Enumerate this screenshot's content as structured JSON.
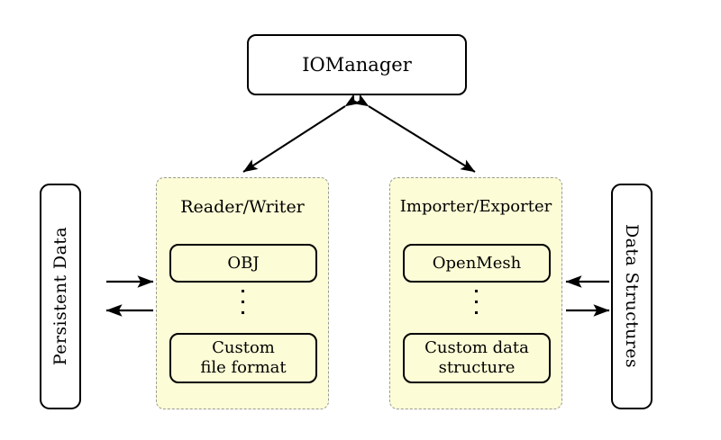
{
  "diagram": {
    "title_node": {
      "label": "IOManager"
    },
    "left_endpoint": {
      "label": "Persistent Data"
    },
    "right_endpoint": {
      "label": "Data Structures"
    },
    "groups": [
      {
        "id": "reader-writer",
        "title": "Reader/Writer",
        "items": [
          {
            "label": "OBJ"
          },
          {
            "label": "Custom\nfile format",
            "line1": "Custom",
            "line2": "file format"
          }
        ],
        "ellipsis": "⋮"
      },
      {
        "id": "importer-exporter",
        "title": "Importer/Exporter",
        "items": [
          {
            "label": "OpenMesh"
          },
          {
            "label": "Custom data\nstructure",
            "line1": "Custom data",
            "line2": "structure"
          }
        ],
        "ellipsis": "⋮"
      }
    ],
    "connections": [
      {
        "name": "iomanager-to-reader-writer",
        "style": "double-headed-arrow"
      },
      {
        "name": "iomanager-to-importer-exporter",
        "style": "double-headed-arrow"
      },
      {
        "name": "persistent-data-to-reader-writer",
        "style": "arrow-right"
      },
      {
        "name": "reader-writer-to-persistent-data",
        "style": "arrow-left"
      },
      {
        "name": "data-structures-to-importer-exporter",
        "style": "arrow-left"
      },
      {
        "name": "importer-exporter-to-data-structures",
        "style": "arrow-right"
      }
    ],
    "colors": {
      "group_fill": "#fcfcd6",
      "group_border": "#9a9a9a",
      "stroke": "#000000",
      "background": "#ffffff"
    }
  }
}
